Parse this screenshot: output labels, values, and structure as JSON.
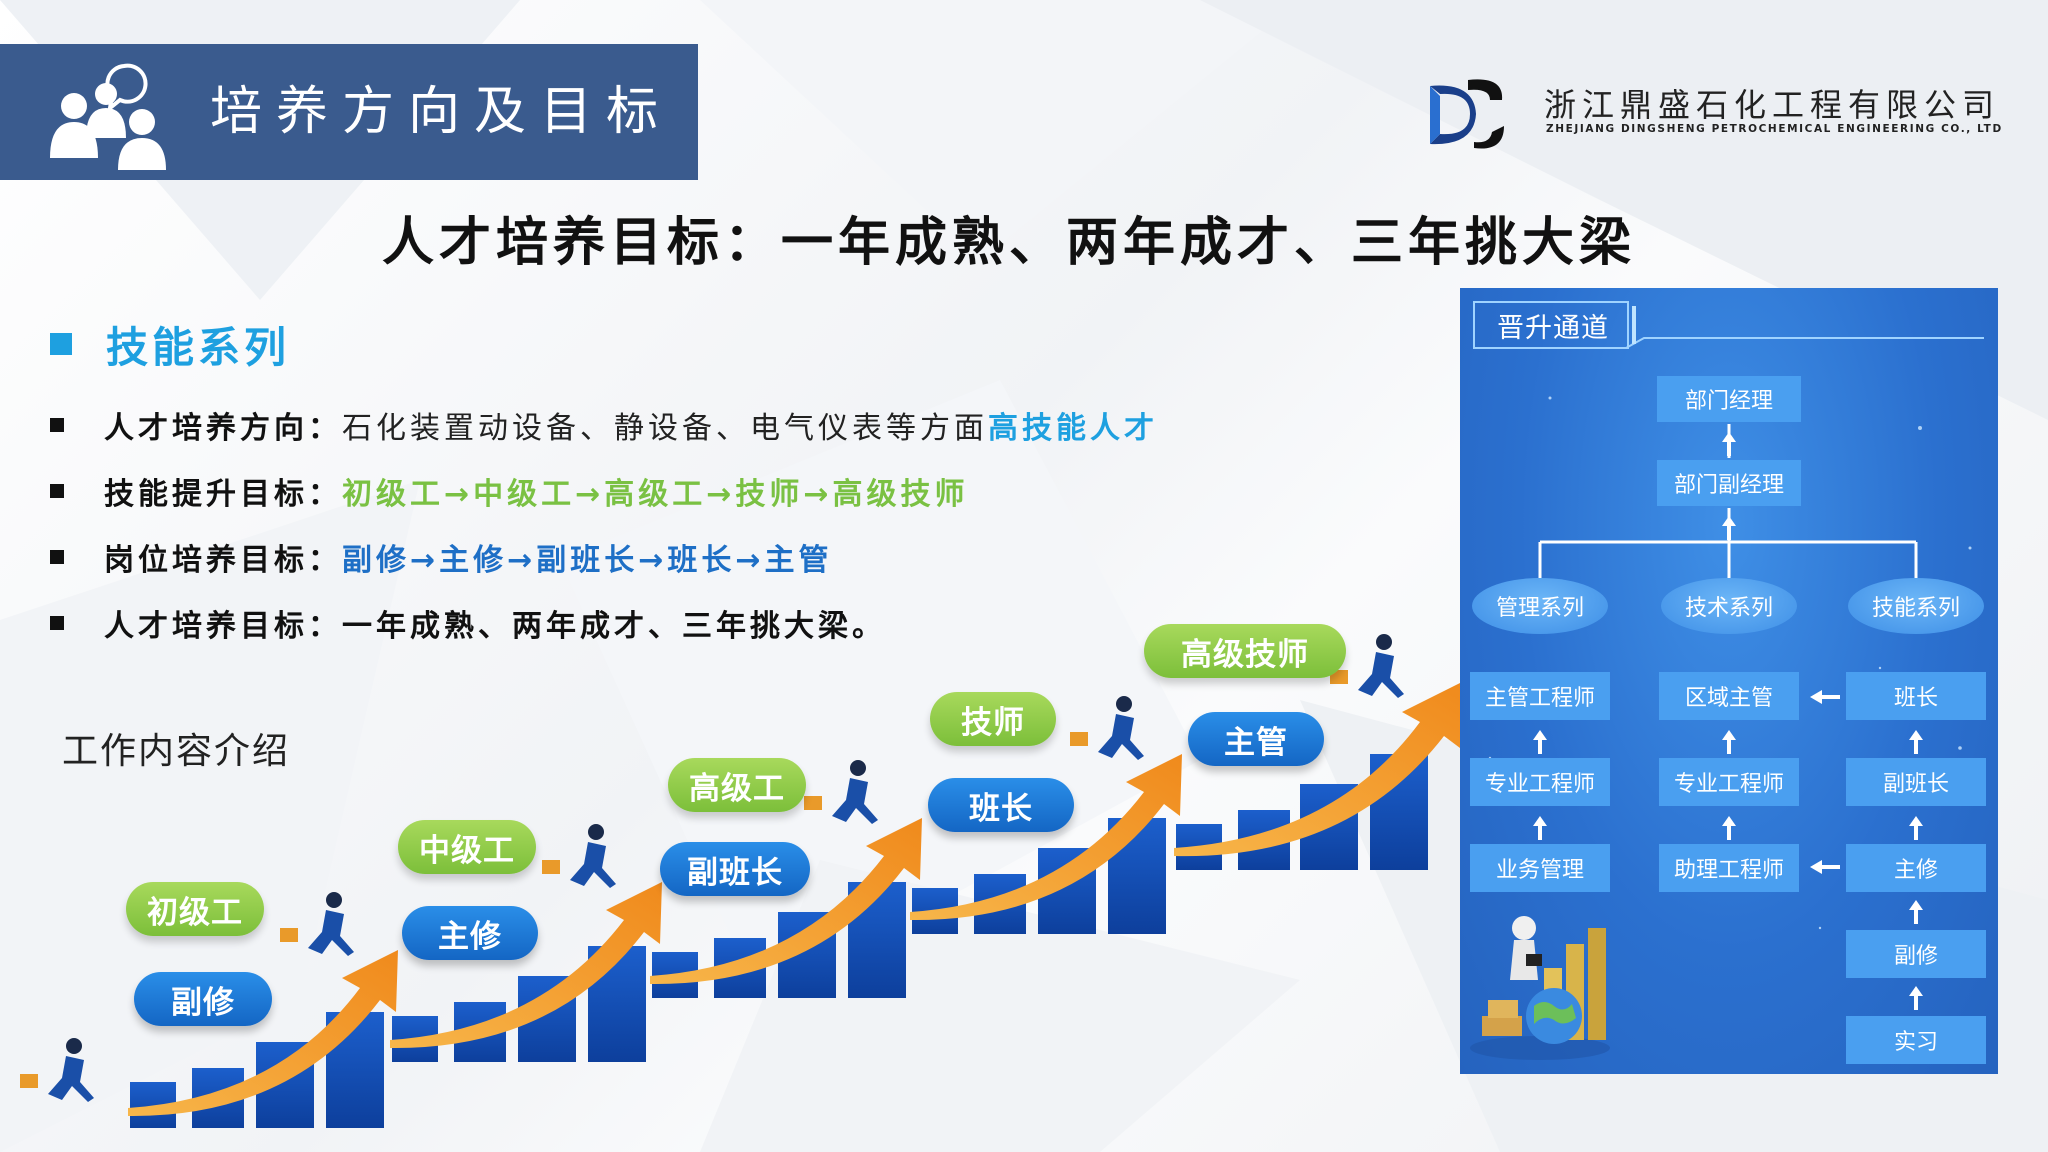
{
  "header": {
    "title": "培养方向及目标",
    "icon": "people-chat-icon"
  },
  "company": {
    "name_cn": "浙江鼎盛石化工程有限公司",
    "name_en": "ZHEJIANG DINGSHENG PETROCHEMICAL ENGINEERING CO., LTD",
    "logo": "ds-logo"
  },
  "main_title": "人才培养目标：一年成熟、两年成才、三年挑大梁",
  "section": {
    "label": "技能系列",
    "bullets": [
      {
        "label": "人才培养方向：",
        "text": "石化装置动设备、静设备、电气仪表等方面",
        "highlight": "高技能人才"
      },
      {
        "label": "技能提升目标：",
        "highlight": "初级工→中级工→高级工→技师→高级技师"
      },
      {
        "label": "岗位培养目标：",
        "highlight": "副修→主修→副班长→班长→主管"
      },
      {
        "label": "人才培养目标：",
        "highlight": "一年成熟、两年成才、三年挑大梁。"
      }
    ]
  },
  "work_label": "工作内容介绍",
  "ladder": {
    "skill_levels": [
      "初级工",
      "中级工",
      "高级工",
      "技师",
      "高级技师"
    ],
    "positions": [
      "副修",
      "主修",
      "副班长",
      "班长",
      "主管"
    ]
  },
  "panel": {
    "title": "晋升通道",
    "top": [
      "部门经理",
      "部门副经理"
    ],
    "series": [
      "管理系列",
      "技术系列",
      "技能系列"
    ],
    "management": [
      "主管工程师",
      "专业工程师",
      "业务管理"
    ],
    "technical": [
      "区域主管",
      "专业工程师",
      "助理工程师"
    ],
    "skill": [
      "班长",
      "副班长",
      "主修",
      "副修",
      "实习"
    ]
  },
  "colors": {
    "header_band": "#3a5b8e",
    "accent_cyan": "#1ea0e0",
    "accent_green": "#7ac143",
    "accent_blue": "#1e6fc6",
    "panel_blue": "#2b70cf",
    "arrow_orange": "#f39a2b",
    "bar_blue": "#1450b8"
  }
}
